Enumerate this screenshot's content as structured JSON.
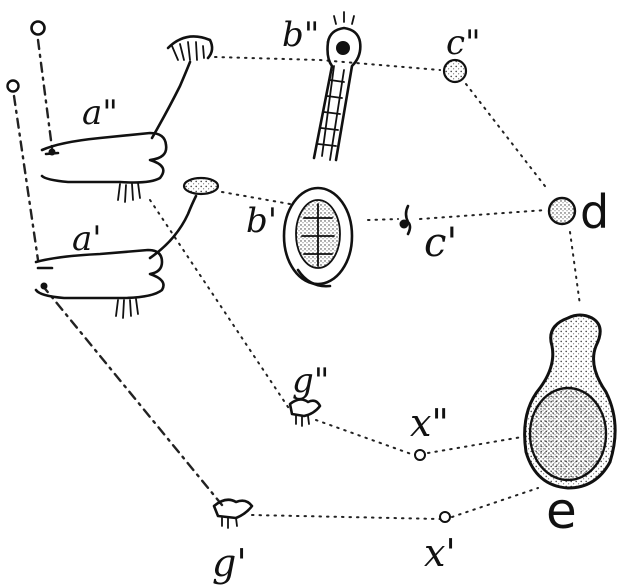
{
  "labels": {
    "a2": "a\"",
    "a1": "a'",
    "b2": "b\"",
    "b1": "b'",
    "c2": "c\"",
    "c1": "c'",
    "d": "d",
    "e": "e",
    "g2": "g\"",
    "g1": "g'",
    "x2": "x\"",
    "x1": "x'"
  },
  "colors": {
    "ink": "#111111",
    "stipple": "#555555",
    "background": "#ffffff"
  }
}
